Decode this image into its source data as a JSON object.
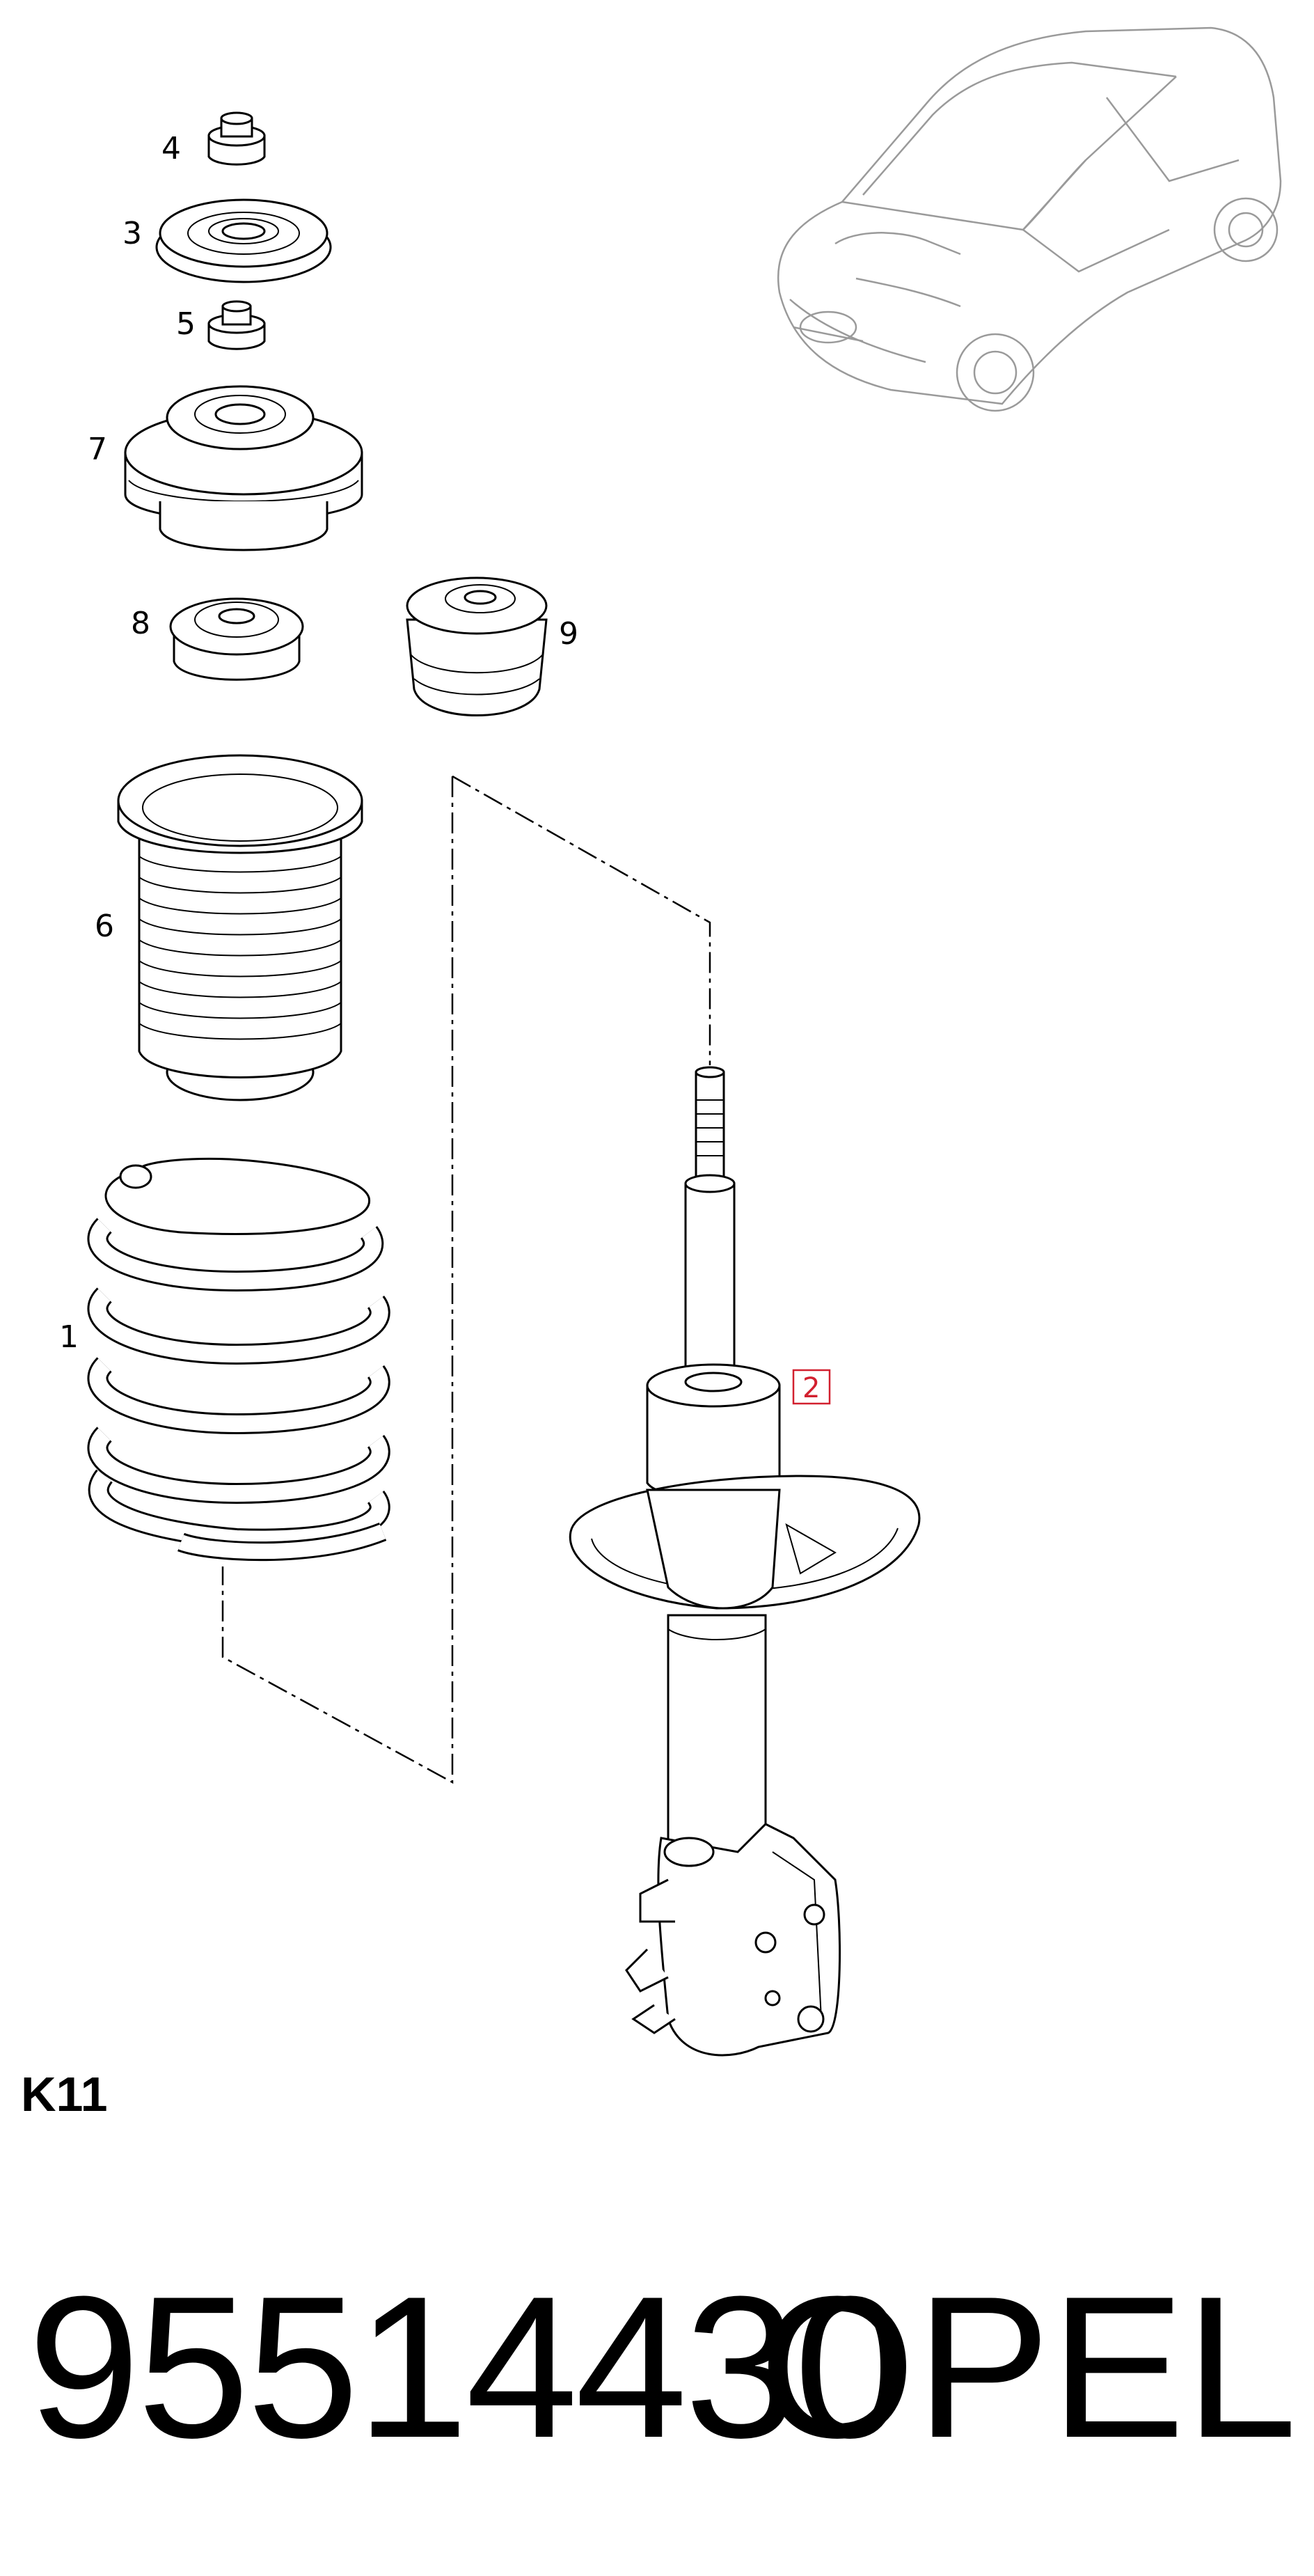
{
  "callouts": {
    "c1": "1",
    "c2": "2",
    "c3": "3",
    "c4": "4",
    "c5": "5",
    "c6": "6",
    "c7": "7",
    "c8": "8",
    "c9": "9"
  },
  "colors": {
    "highlight_box": "#d2202f",
    "line_art": "#000000",
    "car_outline": "#9a9a9a"
  },
  "group_code": "K11",
  "footer": {
    "part_number": "95514430",
    "brand": "OPEL"
  }
}
